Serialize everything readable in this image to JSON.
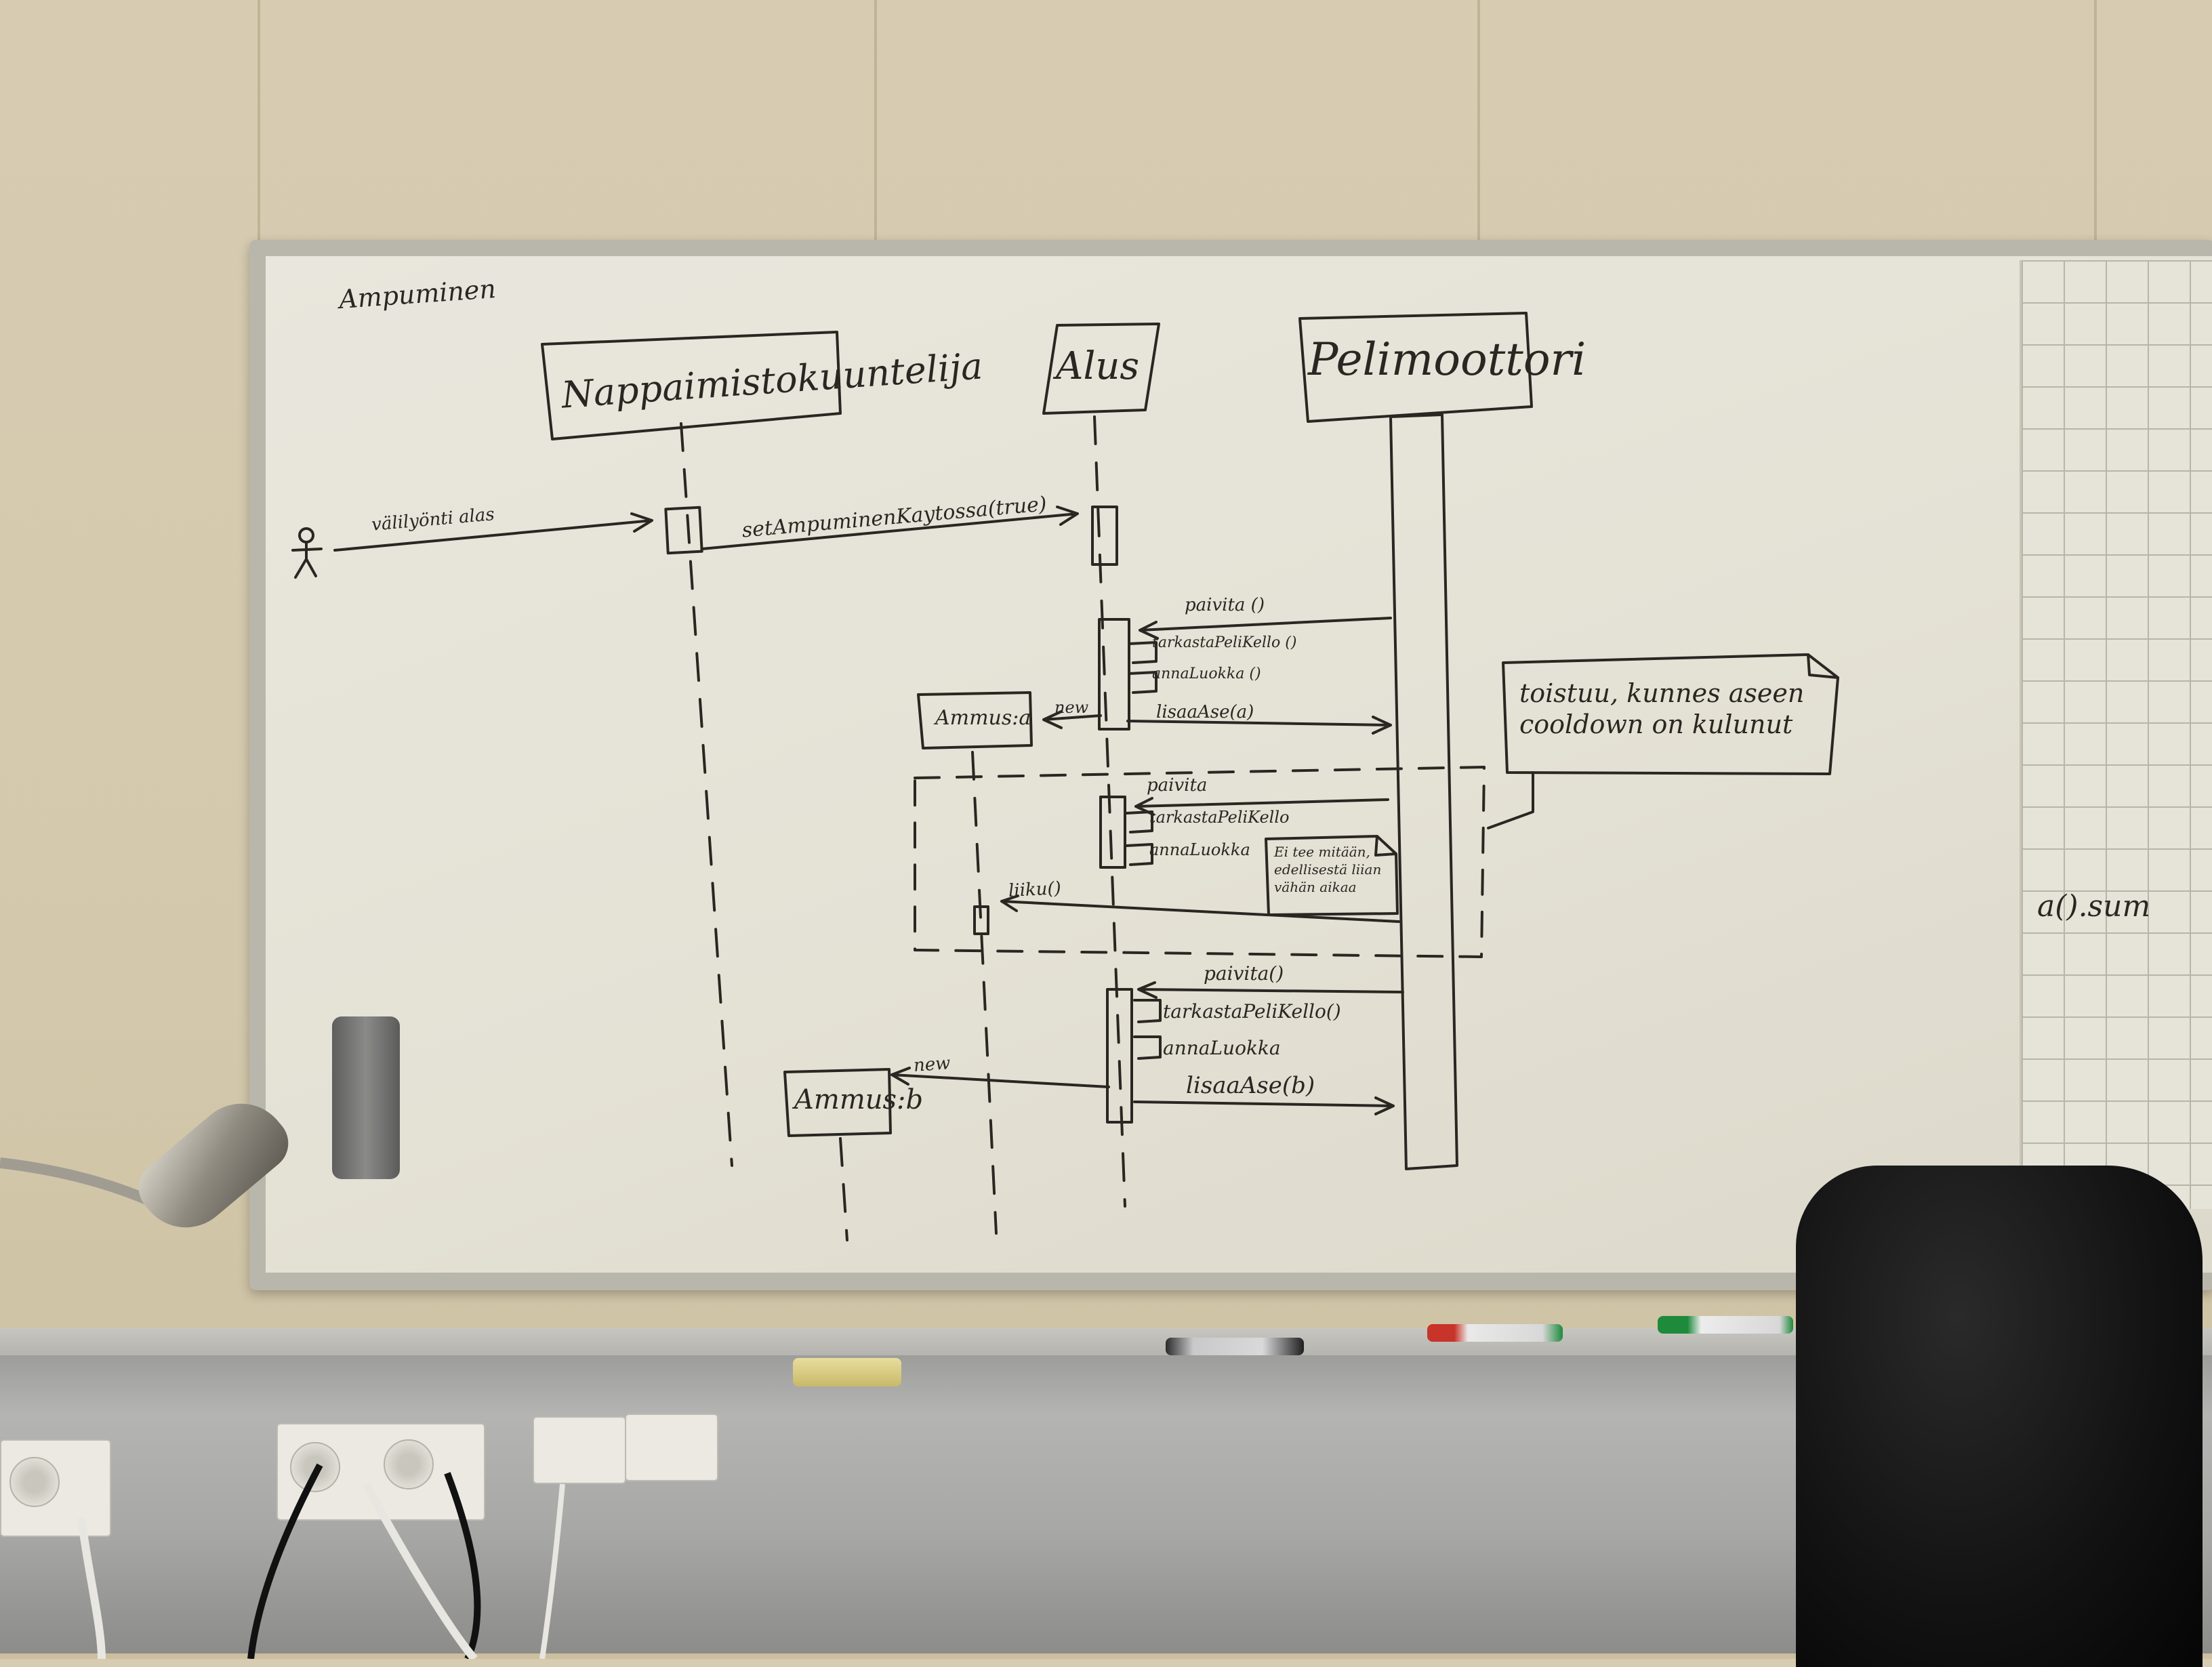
{
  "board": {
    "title": "Ampuminen",
    "lifelines": [
      {
        "label": "Nappaimistokuuntelija"
      },
      {
        "label": "Alus"
      },
      {
        "label": "Pelimoottori"
      },
      {
        "label": "Ammus:a"
      },
      {
        "label": "Ammus:b"
      }
    ],
    "messages": [
      "välilyönti alas",
      "setAmpuminenKaytossa(true)",
      "paivita ()",
      "tarkastaPeliKello ()",
      "annaLuokka ()",
      "new",
      "lisaaAse(a)",
      "paivita",
      "tarkastaPeliKello",
      "annaLuokka",
      "liiku()",
      "paivita()",
      "tarkastaPeliKello()",
      "annaLuokka",
      "new",
      "lisaaAse(b)"
    ],
    "notes": {
      "repeat": "toistuu, kunnes aseen cooldown on kulunut",
      "no_action": "Ei tee mitään, edellisestä liian vähän aikaa"
    },
    "side_text": "a().sum"
  },
  "colors": {
    "ink": "#2a2622",
    "board": "#e6e3d8",
    "wall": "#d5c9ad",
    "marker_black": "#1f1f1f",
    "marker_red": "#c8332a",
    "marker_green": "#1e8a3b",
    "chair": "#111111"
  },
  "objects": {
    "markers": [
      "black-marker",
      "red-marker",
      "green-marker"
    ],
    "icons": [
      "actor-stick-figure-icon",
      "eraser-icon",
      "lamp-icon",
      "power-outlet-icon",
      "network-jack-icon"
    ]
  }
}
